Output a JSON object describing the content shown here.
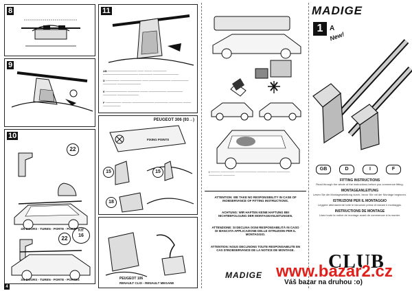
{
  "panels": {
    "p8": {
      "number": "8"
    },
    "p9": {
      "number": "9"
    },
    "p10": {
      "number": "10",
      "tag_a": "22",
      "caption_a": "4/5 DOORS - TUREN - PORTE - PORTES",
      "tag_b": "22",
      "kit_label": "KIT",
      "kit_number": "16",
      "caption_b": "3/4 DOORS - TUREN - PORTE - PORTES"
    },
    "p11": {
      "number": "11"
    }
  },
  "page_number": "4",
  "step_markers": {
    "a": "AB",
    "b": "D",
    "c": "E",
    "d": "I",
    "e": "F"
  },
  "p306": {
    "title": "PEUGEOT 306 (93→)",
    "fixing_points": "FIXING POINTS",
    "label_15a": "15",
    "label_15b": "15",
    "label_18": "18"
  },
  "p106": {
    "title": "PEUGEOT 106",
    "subtitle": "RENAULT CLIO - RENAULT MEGANE"
  },
  "attention": {
    "block1": "ATTENTION: WE TAKE NO RESPONSIBILITY IN CASE OF INOBSERVANCE OF FITTING INSTRUCTIONS.",
    "block2": "ACHTUNG: WIR HAFTEN KEINE HAFTUNG BEI NICHTBEFOLGUNG DER MONTAGEANLEITUNGEN.",
    "block3": "ATTENZIONE: SI DECLINA OGNI RESPONSABILITÀ IN CASO DI MANCATA APPLICAZIONE DELLE ISTRUZIONI PER IL MONTAGGIO.",
    "block4": "ATTENTION: NOUS DECLINONS TOUTE RESPONSABILITE EN CAS D'INOBSERVANCE DE LA NOTICE DE MONTAGE."
  },
  "footer_brand": "MADIGE",
  "cover": {
    "brand": "MADIGE",
    "model_number": "1",
    "model_letter": "A",
    "new_label": "New!",
    "languages": [
      "GB",
      "D",
      "I",
      "F"
    ],
    "sections": [
      {
        "title": "FITTING INSTRUCTIONS",
        "text": "Read through the whole of the instructions before you commence fitting."
      },
      {
        "title": "MONTAGEANLEITUNG",
        "text": "Lesen Sie die Montageanleitung durch, bevor Sie mit der Montage beginnen."
      },
      {
        "title": "ISTRUZIONI PER IL MONTAGGIO",
        "text": "Leggere attentamente tutte le istruzioni prima di iniziare il montaggio."
      },
      {
        "title": "INSTRUCTIONS DE MONTAGE",
        "text": "Lisez toute la notice de montage avant de commencer à la monter."
      }
    ],
    "series": "CLUB"
  },
  "watermark": {
    "domain": "www.bazar2.cz",
    "slogan": "Váš bazar na druhou :o)"
  },
  "colors": {
    "watermark": "#e0211b",
    "slogan": "#111111",
    "ink": "#111111",
    "shade": "#888888"
  }
}
